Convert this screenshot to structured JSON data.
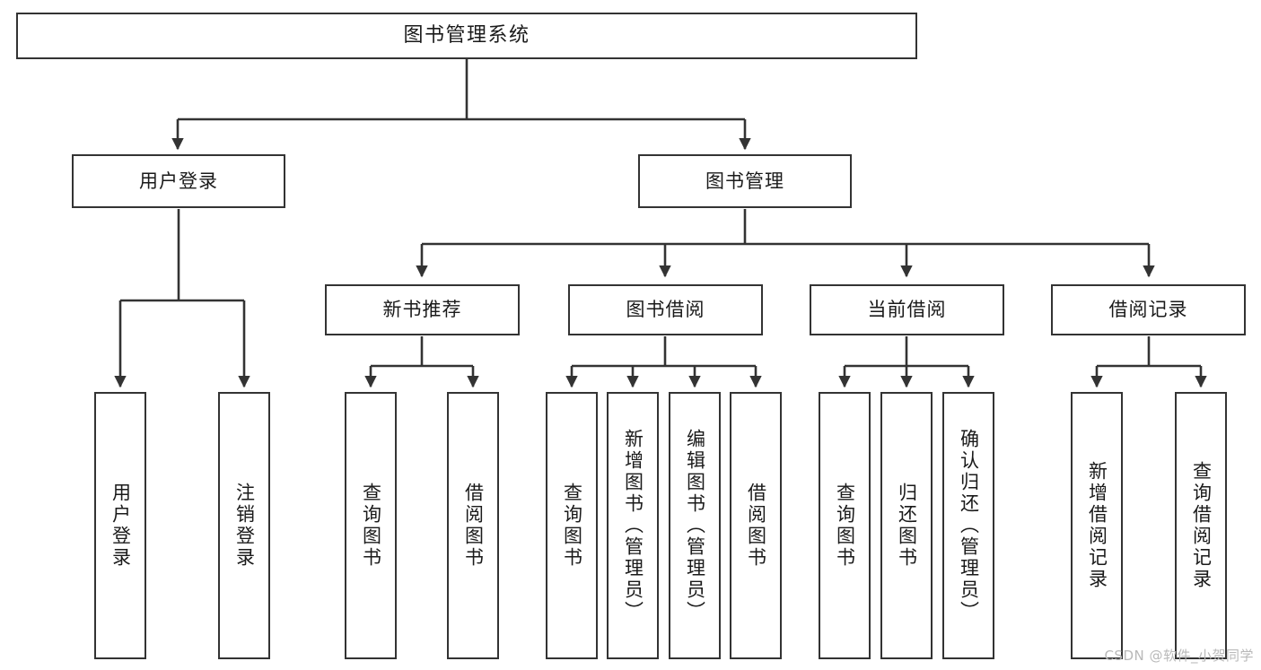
{
  "diagram": {
    "title": "图书管理系统",
    "type": "tree",
    "orientation": "top-down",
    "edge_color": "#333333",
    "node_border_color": "#333333",
    "node_fill_color": "#ffffff",
    "background_color": "#ffffff",
    "watermark": "CSDN @软件_小贺同学"
  },
  "nodes": {
    "root": {
      "label": "图书管理系统"
    },
    "level1": [
      {
        "label": "用户登录"
      },
      {
        "label": "图书管理"
      }
    ],
    "level2": [
      {
        "label": "新书推荐"
      },
      {
        "label": "图书借阅"
      },
      {
        "label": "当前借阅"
      },
      {
        "label": "借阅记录"
      }
    ],
    "leaves": {
      "user_login": [
        {
          "label": "用户登录"
        },
        {
          "label": "注销登录"
        }
      ],
      "new_book_recommend": [
        {
          "label": "查询图书"
        },
        {
          "label": "借阅图书"
        }
      ],
      "book_borrow": [
        {
          "label": "查询图书"
        },
        {
          "label": "新增图书（管理员）"
        },
        {
          "label": "编辑图书（管理员）"
        },
        {
          "label": "借阅图书"
        }
      ],
      "current_borrow": [
        {
          "label": "查询图书"
        },
        {
          "label": "归还图书"
        },
        {
          "label": "确认归还（管理员）"
        }
      ],
      "borrow_record": [
        {
          "label": "新增借阅记录"
        },
        {
          "label": "查询借阅记录"
        }
      ]
    }
  },
  "tree_data": {
    "name": "图书管理系统",
    "children": [
      {
        "name": "用户登录",
        "children": [
          {
            "name": "用户登录"
          },
          {
            "name": "注销登录"
          }
        ]
      },
      {
        "name": "图书管理",
        "children": [
          {
            "name": "新书推荐",
            "children": [
              {
                "name": "查询图书"
              },
              {
                "name": "借阅图书"
              }
            ]
          },
          {
            "name": "图书借阅",
            "children": [
              {
                "name": "查询图书"
              },
              {
                "name": "新增图书（管理员）"
              },
              {
                "name": "编辑图书（管理员）"
              },
              {
                "name": "借阅图书"
              }
            ]
          },
          {
            "name": "当前借阅",
            "children": [
              {
                "name": "查询图书"
              },
              {
                "name": "归还图书"
              },
              {
                "name": "确认归还（管理员）"
              }
            ]
          },
          {
            "name": "借阅记录",
            "children": [
              {
                "name": "新增借阅记录"
              },
              {
                "name": "查询借阅记录"
              }
            ]
          }
        ]
      }
    ]
  }
}
